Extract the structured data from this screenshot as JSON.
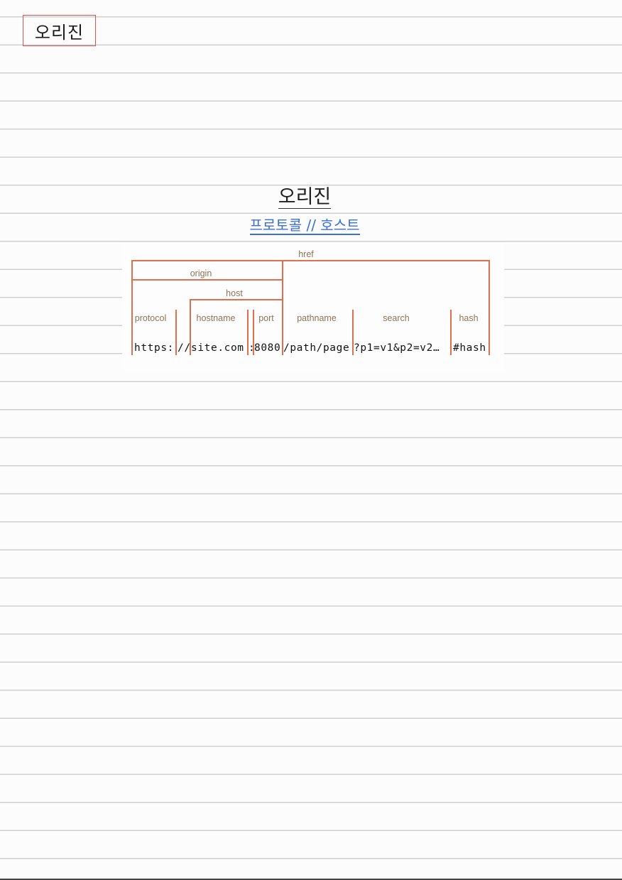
{
  "note": {
    "title_box": "오리진",
    "heading": "오리진",
    "subheading": "프로토콜 // 호스트"
  },
  "diagram": {
    "labels": {
      "href": "href",
      "origin": "origin",
      "host": "host",
      "protocol": "protocol",
      "hostname": "hostname",
      "port": "port",
      "pathname": "pathname",
      "search": "search",
      "hash": "hash"
    },
    "url_parts": {
      "protocol": "https:",
      "slashes": "//",
      "hostname": "site.com",
      "colon": ":",
      "port": "8080",
      "pathname": "/path/page",
      "search": "?p1=v1&p2=v2…",
      "hash": "#hash"
    },
    "line_color": "#e0704c",
    "label_color": "#8c7458"
  }
}
